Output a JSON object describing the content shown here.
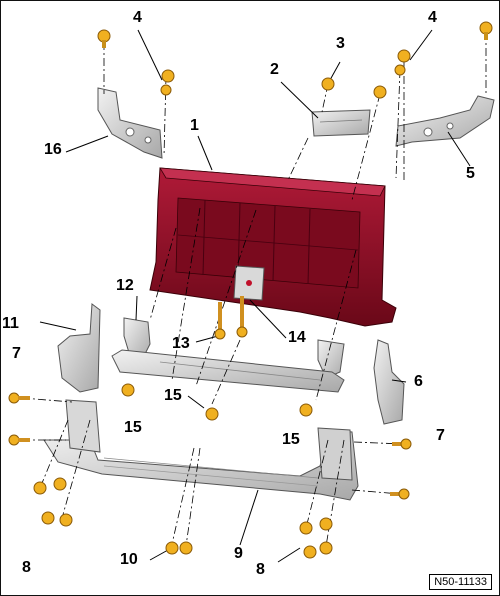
{
  "callouts": {
    "c1": "1",
    "c2": "2",
    "c3": "3",
    "c4a": "4",
    "c4b": "4",
    "c5": "5",
    "c6": "6",
    "c7a": "7",
    "c7b": "7",
    "c8a": "8",
    "c8b": "8",
    "c9": "9",
    "c10": "10",
    "c11": "11",
    "c12": "12",
    "c13": "13",
    "c14": "14",
    "c15a": "15",
    "c15b": "15",
    "c15c": "15",
    "c16": "16"
  },
  "reference": "N50-11133",
  "colors": {
    "carrier": "#8a0a22",
    "carrier_light": "#b01a38",
    "carrier_dark": "#5a0515",
    "fastener": "#f0b020",
    "fastener_dark": "#b87810",
    "panel_light": "#e6e6e6",
    "panel_mid": "#c8c8c8",
    "panel_dark": "#9a9a9a"
  }
}
